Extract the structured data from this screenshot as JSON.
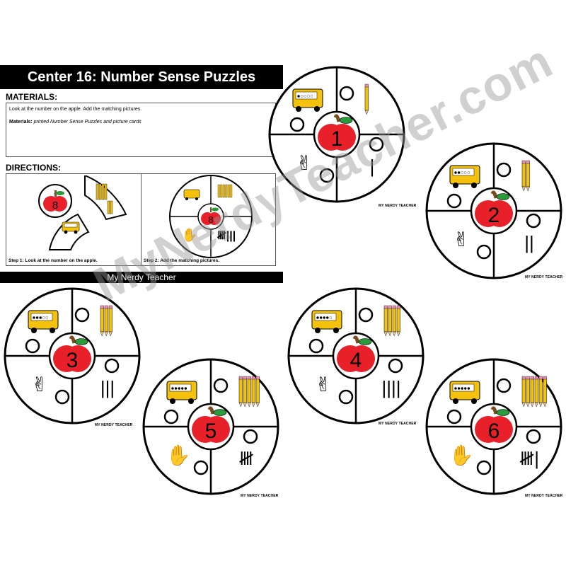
{
  "title": "Center 16: Number Sense Puzzles",
  "materials": {
    "heading": "MATERIALS:",
    "instruction": "Look at the number on the apple. Add the matching pictures.",
    "materials_label": "Materials:",
    "materials_value": "printed Number Sense Puzzles and picture cards"
  },
  "directions": {
    "heading": "DIRECTIONS:",
    "step1": "Step 1: Look at the number on the apple.",
    "step2": "Step 2: Add the matching pictures."
  },
  "footer": "My Nerdy Teacher",
  "credit": "MY NERDY TEACHER",
  "watermark": "MyNerdyTeacher.com",
  "colors": {
    "apple_red": "#e8202a",
    "bus_yellow": "#f4c20d",
    "leaf_green": "#2a9a3a",
    "stem_brown": "#7a4a1e"
  },
  "puzzles": [
    {
      "number": "1",
      "tally": "|"
    },
    {
      "number": "2",
      "tally": "||"
    },
    {
      "number": "3",
      "tally": "|||"
    },
    {
      "number": "4",
      "tally": "||||"
    },
    {
      "number": "5",
      "tally": "𝍸"
    },
    {
      "number": "6",
      "tally": "𝍸|"
    }
  ],
  "example_number": "8",
  "icons": [
    "apple-icon",
    "school-bus-icon",
    "pencil-icon",
    "hand-fingers-icon",
    "tally-marks-icon"
  ]
}
